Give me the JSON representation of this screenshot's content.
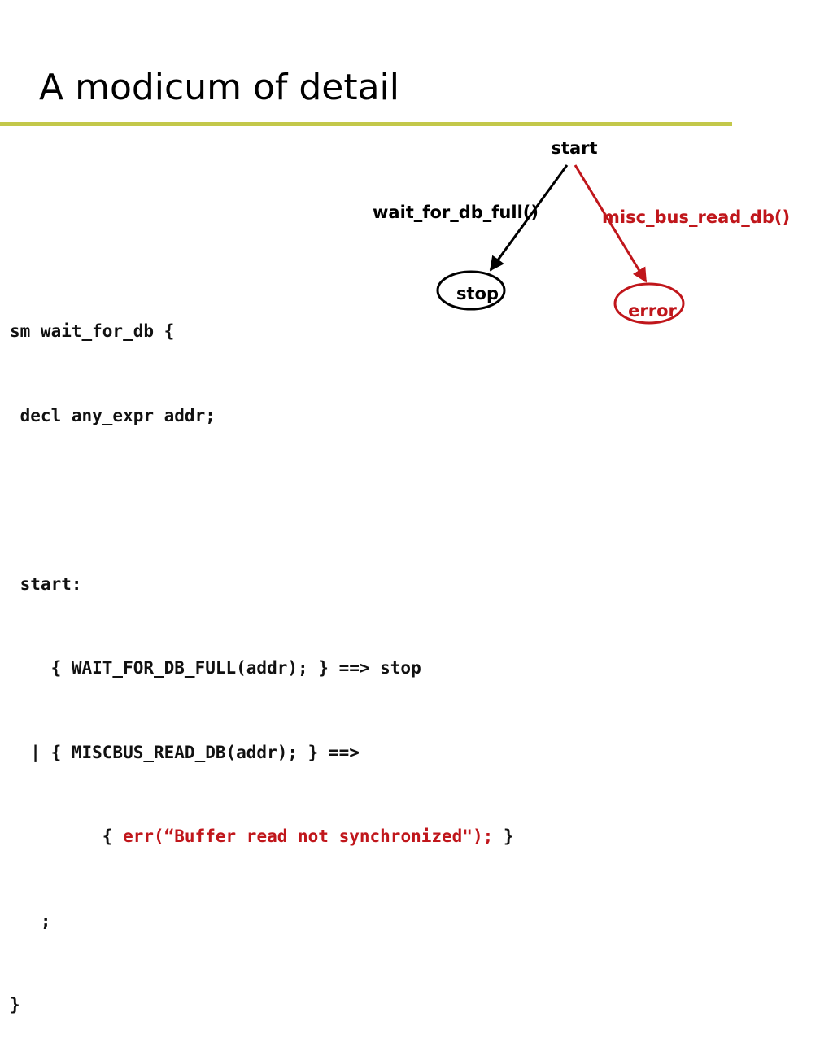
{
  "slide": {
    "title": "A modicum of detail"
  },
  "colors": {
    "title_rule": "#c3c84a",
    "normal_path": "#000000",
    "error_path": "#c0161b",
    "text": "#111111"
  },
  "diagram": {
    "nodes": {
      "start": "start",
      "stop": "stop",
      "error": "error"
    },
    "edges": {
      "wait": "wait_for_db_full()",
      "misc": "misc_bus_read_db()"
    }
  },
  "code": {
    "line1": "sm wait_for_db {",
    "line2": " decl any_expr addr;",
    "line3": "",
    "line4": " start:",
    "line5": "    { WAIT_FOR_DB_FULL(addr); } ==> stop",
    "line6_prefix": "  | { MISCBUS_READ_DB(addr); } ==>",
    "line7_prefix": "         { ",
    "line7_err": "err(“Buffer read not synchronized\");",
    "line7_suffix": " }",
    "line8": "   ;",
    "line9": "}"
  }
}
